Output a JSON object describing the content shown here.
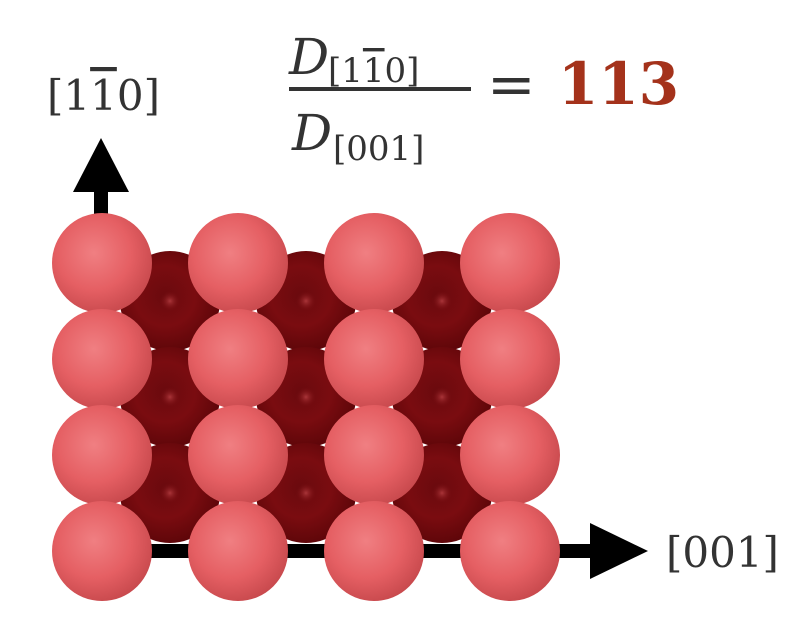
{
  "equation": {
    "numerator_var": "D",
    "numerator_sub": "[1",
    "numerator_bar_digit": "1",
    "numerator_sub_end": "0]",
    "denominator_var": "D",
    "denominator_sub": "[001]",
    "equals": "=",
    "value": "113"
  },
  "axes": {
    "vertical_label_open": "[1",
    "vertical_label_bar_digit": "1",
    "vertical_label_close": "0]",
    "horizontal_label": "[001]"
  },
  "colors": {
    "light_atom": "#e55f63",
    "dark_atom": "#7a0c10",
    "value_color": "#a4321b",
    "arrow_color": "#000000",
    "text_color": "#333333"
  },
  "lattice": {
    "top_layer_rows": 4,
    "top_layer_cols": 4,
    "bottom_layer_rows": 3,
    "bottom_layer_cols": 3
  }
}
